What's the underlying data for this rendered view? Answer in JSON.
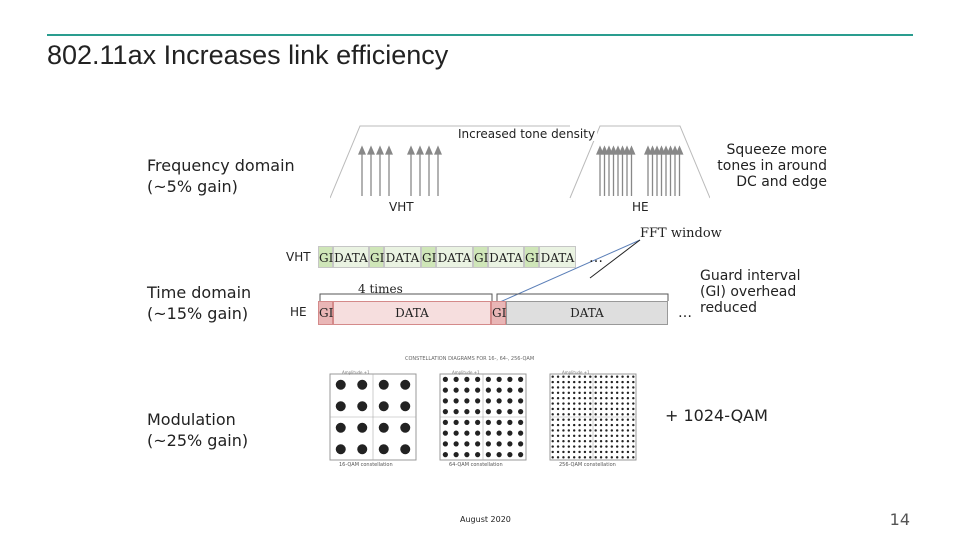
{
  "slide": {
    "title": "802.11ax Increases link efficiency",
    "page_number": "14",
    "date": "August 2020"
  },
  "frequency": {
    "label_line1": "Frequency domain",
    "label_line2": "(~5% gain)",
    "tone_density": "Increased tone density",
    "squeeze_line1": "Squeeze more",
    "squeeze_line2": "tones in around",
    "squeeze_line3": "DC and edge",
    "vht_label": "VHT",
    "he_label": "HE"
  },
  "time": {
    "label_line1": "Time domain",
    "label_line2": "(~15% gain)",
    "fft_window": "FFT window",
    "vht_label": "VHT",
    "he_label": "HE",
    "gi": "GI",
    "data": "DATA",
    "ellipsis": "…",
    "four_times": "4 times",
    "guard_line1": "Guard interval",
    "guard_line2": "(GI) overhead",
    "guard_line3": "reduced"
  },
  "modulation": {
    "label_line1": "Modulation",
    "label_line2": "(~25% gain)",
    "qam": "+ 1024-QAM",
    "diagram_title": "CONSTELLATION DIAGRAMS FOR 16-, 64-, 256-QAM",
    "amplitude": "Amplitude +1",
    "caption_16": "16-QAM constellation",
    "caption_64": "64-QAM constellation",
    "caption_256": "256-QAM constellation"
  }
}
